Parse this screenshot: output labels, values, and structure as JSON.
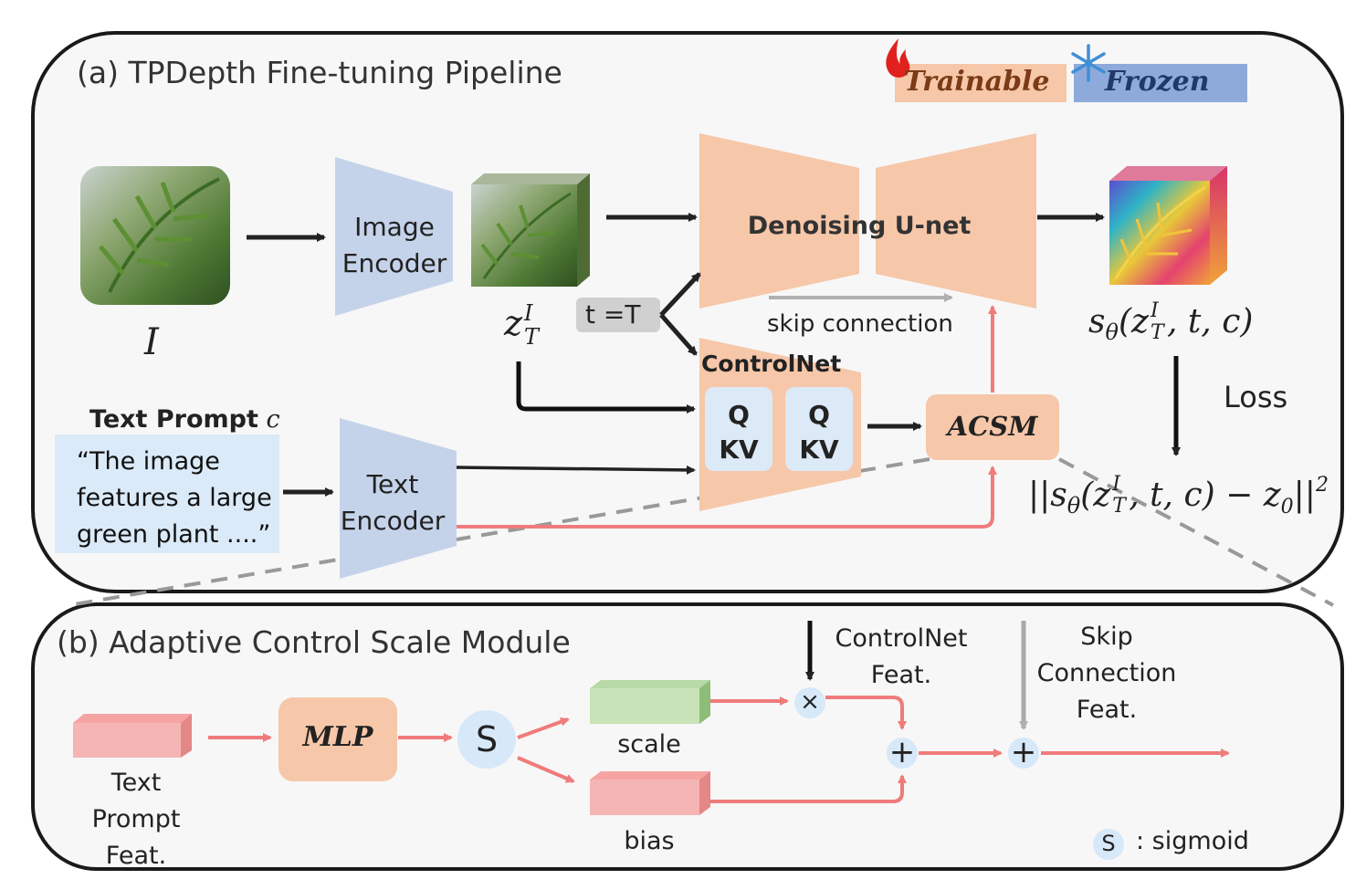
{
  "panel_a": {
    "title": "(a) TPDepth Fine-tuning Pipeline",
    "legend": {
      "trainable": "Trainable",
      "frozen": "Frozen",
      "trainable_icon": "flame-icon",
      "frozen_icon": "snowflake-icon",
      "trainable_color": "#f6c7a8",
      "frozen_color": "#8eaadb"
    },
    "input_image_label": "I",
    "image_encoder": [
      "Image",
      "Encoder"
    ],
    "latent_label": {
      "base": "z",
      "sup": "I",
      "sub": "T"
    },
    "timestep": "t =T",
    "unet": "Denoising U-net",
    "skip_connection": "skip connection",
    "controlnet": "ControlNet",
    "qkv": [
      "Q",
      "KV"
    ],
    "acsm": "ACSM",
    "text_prompt_title": "Text Prompt",
    "text_prompt_var": "c",
    "text_prompt": [
      "“The image",
      "features a large",
      "green plant ....”"
    ],
    "text_encoder": [
      "Text",
      "Encoder"
    ],
    "output_label": {
      "s": "s",
      "theta": "θ",
      "args": "(z",
      "sup": "I",
      "sub": "T",
      "rest": ", t, c)"
    },
    "loss": "Loss",
    "loss_formula": {
      "left": "||s",
      "theta": "θ",
      "args": "(z",
      "sup": "I",
      "sub": "T",
      "rest": ", t, c) − z",
      "z0sub": "0",
      "close": "||",
      "sq": "2"
    }
  },
  "panel_b": {
    "title": "(b) Adaptive Control Scale Module",
    "text_feat": [
      "Text",
      "Prompt",
      "Feat."
    ],
    "mlp": "MLP",
    "sigmoid_symbol": "S",
    "scale": "scale",
    "bias": "bias",
    "controlnet_feat": [
      "ControlNet",
      "Feat."
    ],
    "skip_feat": [
      "Skip",
      "Connection",
      "Feat."
    ],
    "multiply": "×",
    "plus": "+",
    "sigmoid_legend": ": sigmoid"
  },
  "colors": {
    "trainable": "#f6c7a8",
    "frozen": "#c5d3ea",
    "text_path": "#f07b7b",
    "arrow_dark": "#222222",
    "skip_gray": "#aaaaaa"
  }
}
